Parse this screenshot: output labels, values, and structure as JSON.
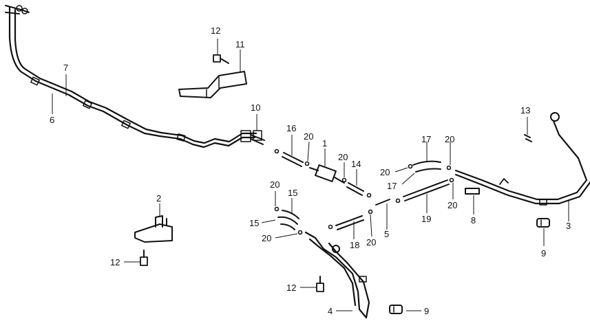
{
  "callouts": {
    "n1": "1",
    "n2": "2",
    "n3": "3",
    "n4": "4",
    "n5": "5",
    "n6": "6",
    "n7": "7",
    "n8": "8",
    "n9a": "9",
    "n9b": "9",
    "n10": "10",
    "n11": "11",
    "n12a": "12",
    "n12b": "12",
    "n12c": "12",
    "n13": "13",
    "n14": "14",
    "n15a": "15",
    "n15b": "15",
    "n16": "16",
    "n17a": "17",
    "n17b": "17",
    "n18": "18",
    "n19": "19",
    "n20a": "20",
    "n20b": "20",
    "n20c": "20",
    "n20d": "20",
    "n20e": "20",
    "n20f": "20",
    "n20g": "20",
    "n20h": "20"
  }
}
